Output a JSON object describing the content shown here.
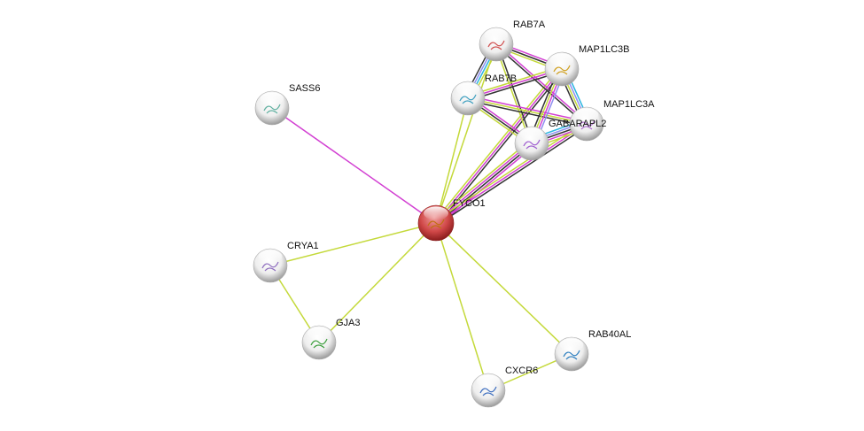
{
  "network": {
    "center": "FYCO1",
    "nodes": [
      {
        "id": "FYCO1",
        "label": "FYCO1",
        "query": true
      },
      {
        "id": "RAB7A",
        "label": "RAB7A"
      },
      {
        "id": "MAP1LC3B",
        "label": "MAP1LC3B"
      },
      {
        "id": "RAB7B",
        "label": "RAB7B"
      },
      {
        "id": "SASS6",
        "label": "SASS6"
      },
      {
        "id": "MAP1LC3A",
        "label": "MAP1LC3A"
      },
      {
        "id": "GABARAPL2",
        "label": "GABARAPL2"
      },
      {
        "id": "CRYA1",
        "label": "CRYA1"
      },
      {
        "id": "GJA3",
        "label": "GJA3"
      },
      {
        "id": "RAB40AL",
        "label": "RAB40AL"
      },
      {
        "id": "CXCR6",
        "label": "CXCR6"
      }
    ],
    "edge_colors": {
      "textmining": "#c4d93a",
      "experiments": "#d23fd2",
      "coexpression": "#333333",
      "databases": "#2cb6e0",
      "homology": "#8f8ff0"
    },
    "edges": [
      {
        "a": "FYCO1",
        "b": "SASS6",
        "types": [
          "experiments"
        ]
      },
      {
        "a": "FYCO1",
        "b": "CRYA1",
        "types": [
          "textmining"
        ]
      },
      {
        "a": "FYCO1",
        "b": "GJA3",
        "types": [
          "textmining"
        ]
      },
      {
        "a": "FYCO1",
        "b": "CXCR6",
        "types": [
          "textmining"
        ]
      },
      {
        "a": "FYCO1",
        "b": "RAB40AL",
        "types": [
          "textmining"
        ]
      },
      {
        "a": "CRYA1",
        "b": "GJA3",
        "types": [
          "textmining"
        ]
      },
      {
        "a": "CXCR6",
        "b": "RAB40AL",
        "types": [
          "textmining"
        ]
      },
      {
        "a": "FYCO1",
        "b": "RAB7A",
        "types": [
          "textmining"
        ]
      },
      {
        "a": "FYCO1",
        "b": "RAB7B",
        "types": [
          "textmining"
        ]
      },
      {
        "a": "FYCO1",
        "b": "MAP1LC3B",
        "types": [
          "textmining",
          "experiments",
          "coexpression"
        ]
      },
      {
        "a": "FYCO1",
        "b": "GABARAPL2",
        "types": [
          "textmining",
          "experiments",
          "coexpression",
          "experiments"
        ]
      },
      {
        "a": "FYCO1",
        "b": "MAP1LC3A",
        "types": [
          "textmining",
          "experiments",
          "coexpression"
        ]
      },
      {
        "a": "RAB7A",
        "b": "RAB7B",
        "types": [
          "textmining",
          "databases",
          "homology",
          "coexpression"
        ]
      },
      {
        "a": "RAB7A",
        "b": "MAP1LC3B",
        "types": [
          "experiments",
          "coexpression",
          "textmining"
        ]
      },
      {
        "a": "RAB7A",
        "b": "GABARAPL2",
        "types": [
          "coexpression",
          "textmining"
        ]
      },
      {
        "a": "RAB7A",
        "b": "MAP1LC3A",
        "types": [
          "experiments",
          "coexpression"
        ]
      },
      {
        "a": "RAB7B",
        "b": "MAP1LC3B",
        "types": [
          "textmining",
          "experiments",
          "coexpression"
        ]
      },
      {
        "a": "RAB7B",
        "b": "GABARAPL2",
        "types": [
          "experiments",
          "coexpression",
          "textmining"
        ]
      },
      {
        "a": "RAB7B",
        "b": "MAP1LC3A",
        "types": [
          "experiments",
          "textmining",
          "coexpression"
        ]
      },
      {
        "a": "MAP1LC3B",
        "b": "GABARAPL2",
        "types": [
          "homology",
          "experiments",
          "textmining",
          "coexpression"
        ]
      },
      {
        "a": "MAP1LC3B",
        "b": "MAP1LC3A",
        "types": [
          "databases",
          "homology",
          "textmining",
          "coexpression"
        ]
      },
      {
        "a": "GABARAPL2",
        "b": "MAP1LC3A",
        "types": [
          "databases",
          "homology",
          "coexpression",
          "experiments",
          "textmining"
        ]
      }
    ]
  }
}
